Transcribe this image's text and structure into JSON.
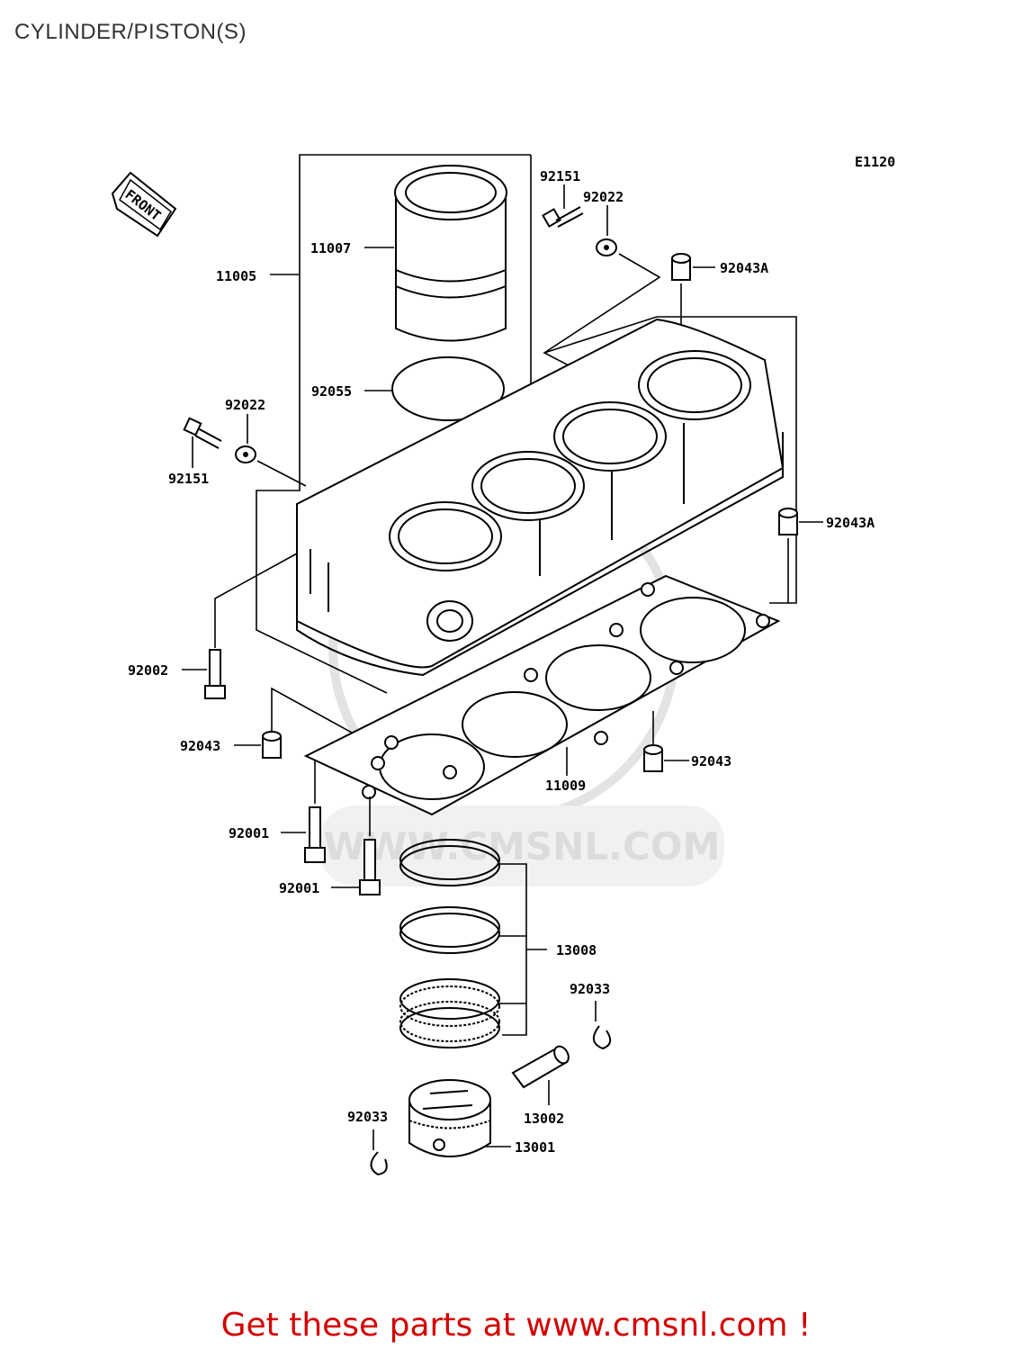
{
  "title": "CYLINDER/PISTON(S)",
  "diagram_code": "E1120",
  "front_label": "FRONT",
  "watermark": "WWW.CMSNL.COM",
  "call_to_action": "Get these parts at www.cmsnl.com !",
  "part_labels": {
    "p11005": "11005",
    "p11007": "11007",
    "p92055": "92055",
    "p92151_top": "92151",
    "p92022_top": "92022",
    "p92043A_top": "92043A",
    "p92022_left": "92022",
    "p92151_left": "92151",
    "p92043A_right": "92043A",
    "p92002": "92002",
    "p92043_left": "92043",
    "p92043_right": "92043",
    "p11009": "11009",
    "p92001_a": "92001",
    "p92001_b": "92001",
    "p13008": "13008",
    "p92033_right": "92033",
    "p13002": "13002",
    "p92033_left": "92033",
    "p13001": "13001"
  }
}
